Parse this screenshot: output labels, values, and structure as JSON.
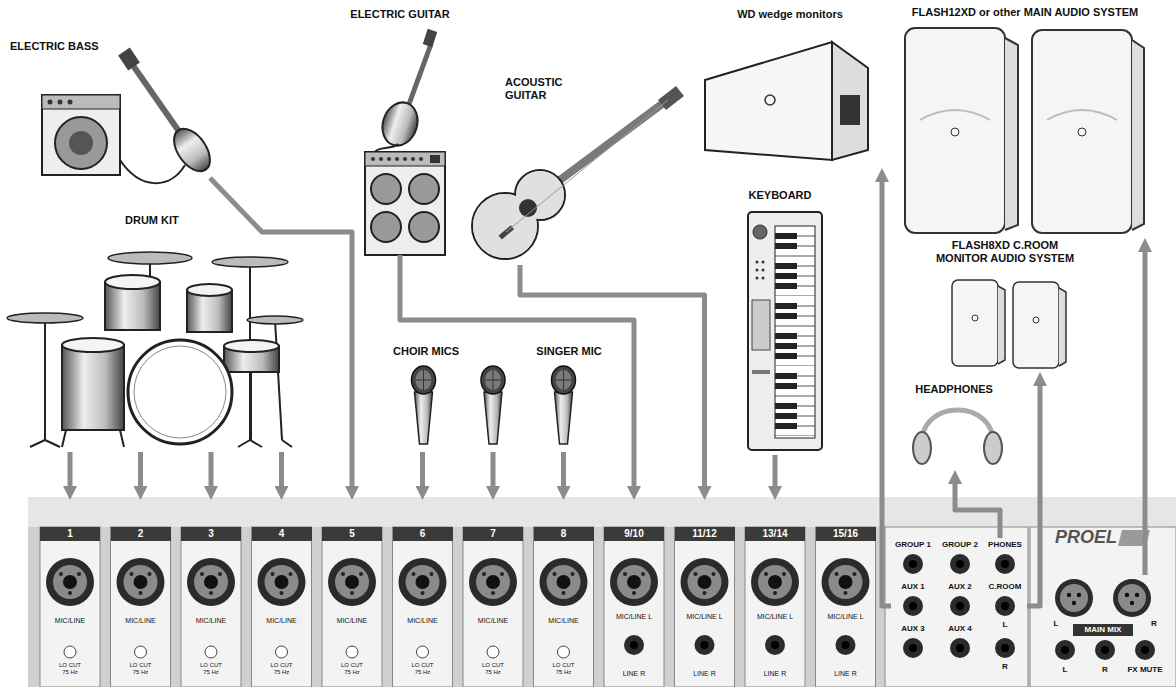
{
  "diagram": {
    "nodes": [
      {
        "text": [
          "ELECTRIC BASS"
        ]
      },
      {
        "text": [
          "ELECTRIC GUITAR"
        ]
      },
      {
        "text": [
          "WD wedge monitors"
        ]
      },
      {
        "text": [
          "FLASH12XD or other MAIN AUDIO SYSTEM"
        ]
      },
      {
        "text": [
          "DRUM KIT"
        ]
      },
      {
        "text": [
          "ACOUSTIC GUITAR"
        ]
      },
      {
        "text": [
          "KEYBOARD"
        ]
      },
      {
        "text": [
          "FLASH8XD C.ROOM MONITOR AUDIO SYSTEM"
        ]
      },
      {
        "text": [
          "CHOIR MICS"
        ]
      },
      {
        "text": [
          "SINGER MIC"
        ]
      },
      {
        "text": [
          "HEADPHONES"
        ]
      },
      {
        "text": [
          "PROEL"
        ]
      },
      {
        "text": [
          "1",
          "MIC/LINE",
          "LO CUT 75 Hz"
        ],
        "in": 11
      },
      {
        "text": [
          "2",
          "MIC/LINE",
          "LO CUT 75 Hz"
        ],
        "in": 11
      },
      {
        "text": [
          "3",
          "MIC/LINE",
          "LO CUT 75 Hz"
        ],
        "in": 11
      },
      {
        "text": [
          "4",
          "MIC/LINE",
          "LO CUT 75 Hz"
        ],
        "in": 11
      },
      {
        "text": [
          "5",
          "MIC/LINE",
          "LO CUT 75 Hz"
        ],
        "in": 11
      },
      {
        "text": [
          "6",
          "MIC/LINE",
          "LO CUT 75 Hz"
        ],
        "in": 11
      },
      {
        "text": [
          "7",
          "MIC/LINE",
          "LO CUT 75 Hz"
        ],
        "in": 11
      },
      {
        "text": [
          "8",
          "MIC/LINE",
          "LO CUT 75 Hz"
        ],
        "in": 11
      },
      {
        "text": [
          "9/10",
          "MIC/LINE L",
          "LINE R"
        ],
        "in": 11
      },
      {
        "text": [
          "11/12",
          "MIC/LINE L",
          "LINE R"
        ],
        "in": 11
      },
      {
        "text": [
          "13/14",
          "MIC/LINE L",
          "LINE R"
        ],
        "in": 11
      },
      {
        "text": [
          "15/16",
          "MIC/LINE L",
          "LINE R"
        ],
        "in": 11
      },
      {
        "text": [
          "GROUP 1"
        ],
        "in": 11
      },
      {
        "text": [
          "GROUP 2"
        ],
        "in": 11
      },
      {
        "text": [
          "PHONES"
        ],
        "in": 11
      },
      {
        "text": [
          "AUX 1"
        ],
        "in": 11
      },
      {
        "text": [
          "AUX 2"
        ],
        "in": 11
      },
      {
        "text": [
          "C.ROOM"
        ],
        "in": 11
      },
      {
        "text": [
          "AUX 3"
        ],
        "in": 11
      },
      {
        "text": [
          "AUX 4"
        ],
        "in": 11
      },
      {
        "text": [
          "MAIN MIX"
        ],
        "in": 11
      }
    ],
    "edges": [
      {
        "from": 0,
        "to": 16,
        "arrow": "to"
      },
      {
        "from": 1,
        "to": 20,
        "arrow": "to"
      },
      {
        "from": 4,
        "to": 12,
        "arrow": "to"
      },
      {
        "from": 4,
        "to": 13,
        "arrow": "to"
      },
      {
        "from": 4,
        "to": 14,
        "arrow": "to"
      },
      {
        "from": 4,
        "to": 15,
        "arrow": "to"
      },
      {
        "from": 5,
        "to": 21,
        "arrow": "to"
      },
      {
        "from": 6,
        "to": 22,
        "arrow": "to"
      },
      {
        "from": 8,
        "to": 17,
        "arrow": "to"
      },
      {
        "from": 8,
        "to": 18,
        "arrow": "to"
      },
      {
        "from": 9,
        "to": 19,
        "arrow": "to"
      },
      {
        "from": 27,
        "to": 2,
        "arrow": "to"
      },
      {
        "from": 26,
        "to": 10,
        "arrow": "to"
      },
      {
        "from": 29,
        "to": 7,
        "arrow": "to"
      },
      {
        "from": 32,
        "to": 3,
        "arrow": "to"
      }
    ],
    "labels": [
      "L",
      "R",
      "L",
      "R",
      "L",
      "R",
      "FX MUTE"
    ]
  }
}
